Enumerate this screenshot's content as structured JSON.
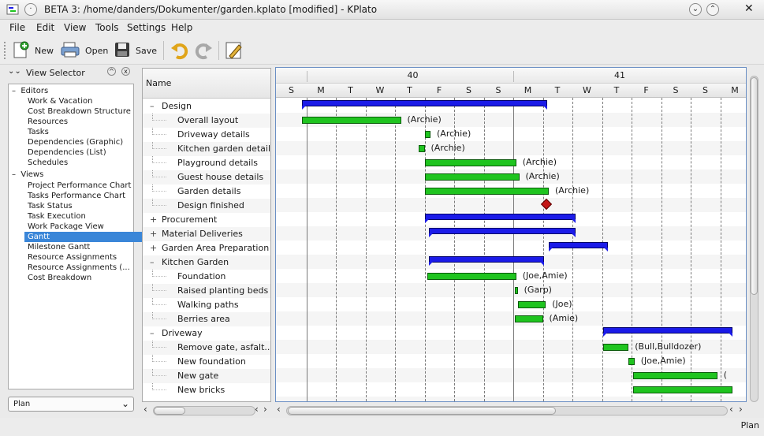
{
  "window": {
    "title": "BETA 3: /home/danders/Dokumenter/garden.kplato [modified] - KPlato"
  },
  "menu": [
    "File",
    "Edit",
    "View",
    "Tools",
    "Settings",
    "Help"
  ],
  "toolbar": {
    "new_label": "New",
    "open_label": "Open",
    "save_label": "Save"
  },
  "view_selector": {
    "title": "View Selector",
    "categories": [
      {
        "name": "Editors",
        "items": [
          "Work & Vacation",
          "Cost Breakdown Structure",
          "Resources",
          "Tasks",
          "Dependencies (Graphic)",
          "Dependencies (List)",
          "Schedules"
        ]
      },
      {
        "name": "Views",
        "items": [
          "Project Performance Chart",
          "Tasks Performance Chart",
          "Task Status",
          "Task Execution",
          "Work Package View",
          "Gantt",
          "Milestone Gantt",
          "Resource Assignments",
          "Resource Assignments (...",
          "Cost Breakdown"
        ]
      }
    ],
    "selected": "Gantt",
    "schedule_combo": "Plan"
  },
  "task_table": {
    "header": "Name",
    "rows": [
      {
        "name": "Design",
        "level": 0,
        "expander": "–"
      },
      {
        "name": "Overall layout",
        "level": 1,
        "expander": ""
      },
      {
        "name": "Driveway details",
        "level": 1,
        "expander": ""
      },
      {
        "name": "Kitchen garden details",
        "level": 1,
        "expander": ""
      },
      {
        "name": "Playground details",
        "level": 1,
        "expander": ""
      },
      {
        "name": "Guest house details",
        "level": 1,
        "expander": ""
      },
      {
        "name": "Garden details",
        "level": 1,
        "expander": ""
      },
      {
        "name": "Design finished",
        "level": 1,
        "expander": ""
      },
      {
        "name": "Procurement",
        "level": 0,
        "expander": "+"
      },
      {
        "name": "Material Deliveries",
        "level": 0,
        "expander": "+"
      },
      {
        "name": "Garden Area Preparation",
        "level": 0,
        "expander": "+"
      },
      {
        "name": "Kitchen Garden",
        "level": 0,
        "expander": "–"
      },
      {
        "name": "Foundation",
        "level": 1,
        "expander": ""
      },
      {
        "name": "Raised planting beds",
        "level": 1,
        "expander": ""
      },
      {
        "name": "Walking paths",
        "level": 1,
        "expander": ""
      },
      {
        "name": "Berries area",
        "level": 1,
        "expander": ""
      },
      {
        "name": "Driveway",
        "level": 0,
        "expander": "–"
      },
      {
        "name": "Remove gate, asfalt...",
        "level": 1,
        "expander": ""
      },
      {
        "name": "New foundation",
        "level": 1,
        "expander": ""
      },
      {
        "name": "New gate",
        "level": 1,
        "expander": ""
      },
      {
        "name": "New bricks",
        "level": 1,
        "expander": ""
      }
    ]
  },
  "gantt": {
    "weeks": [
      {
        "label": "40",
        "start_day_index": 1
      },
      {
        "label": "41",
        "start_day_index": 8
      }
    ],
    "days": [
      "S",
      "M",
      "T",
      "W",
      "T",
      "F",
      "S",
      "S",
      "M",
      "T",
      "W",
      "T",
      "F",
      "S",
      "S",
      "M"
    ],
    "bars": [
      {
        "row": 0,
        "type": "summary",
        "start": 0.85,
        "end": 9.15,
        "label": ""
      },
      {
        "row": 1,
        "type": "task",
        "start": 0.85,
        "end": 4.2,
        "label": "(Archie)"
      },
      {
        "row": 2,
        "type": "task",
        "start": 5.0,
        "end": 5.2,
        "label": "(Archie)"
      },
      {
        "row": 3,
        "type": "task",
        "start": 4.8,
        "end": 5.0,
        "label": "(Archie)"
      },
      {
        "row": 4,
        "type": "task",
        "start": 5.0,
        "end": 8.1,
        "label": "(Archie)"
      },
      {
        "row": 5,
        "type": "task",
        "start": 5.0,
        "end": 8.2,
        "label": "(Archie)"
      },
      {
        "row": 6,
        "type": "task",
        "start": 5.0,
        "end": 9.2,
        "label": "(Archie)"
      },
      {
        "row": 7,
        "type": "milestone",
        "start": 9.15,
        "end": 9.15,
        "label": ""
      },
      {
        "row": 8,
        "type": "summary",
        "start": 5.0,
        "end": 10.1,
        "label": ""
      },
      {
        "row": 9,
        "type": "summary",
        "start": 5.15,
        "end": 10.1,
        "label": ""
      },
      {
        "row": 10,
        "type": "summary",
        "start": 9.2,
        "end": 11.2,
        "label": ""
      },
      {
        "row": 11,
        "type": "summary",
        "start": 5.15,
        "end": 9.05,
        "label": ""
      },
      {
        "row": 12,
        "type": "task",
        "start": 5.1,
        "end": 8.1,
        "label": "(Joe,Amie)"
      },
      {
        "row": 13,
        "type": "task",
        "start": 8.05,
        "end": 8.15,
        "label": "(Garp)"
      },
      {
        "row": 14,
        "type": "task",
        "start": 8.15,
        "end": 9.1,
        "label": "(Joe)"
      },
      {
        "row": 15,
        "type": "task",
        "start": 8.05,
        "end": 9.0,
        "label": "(Amie)"
      },
      {
        "row": 16,
        "type": "summary",
        "start": 11.05,
        "end": 15.4,
        "label": ""
      },
      {
        "row": 17,
        "type": "task",
        "start": 11.05,
        "end": 11.9,
        "label": "(Bull,Bulldozer)"
      },
      {
        "row": 18,
        "type": "task",
        "start": 11.9,
        "end": 12.1,
        "label": "(Joe,Amie)"
      },
      {
        "row": 19,
        "type": "task",
        "start": 12.05,
        "end": 14.9,
        "label": "("
      },
      {
        "row": 20,
        "type": "task",
        "start": 12.05,
        "end": 15.4,
        "label": ""
      }
    ]
  },
  "status": {
    "text": "Plan"
  }
}
